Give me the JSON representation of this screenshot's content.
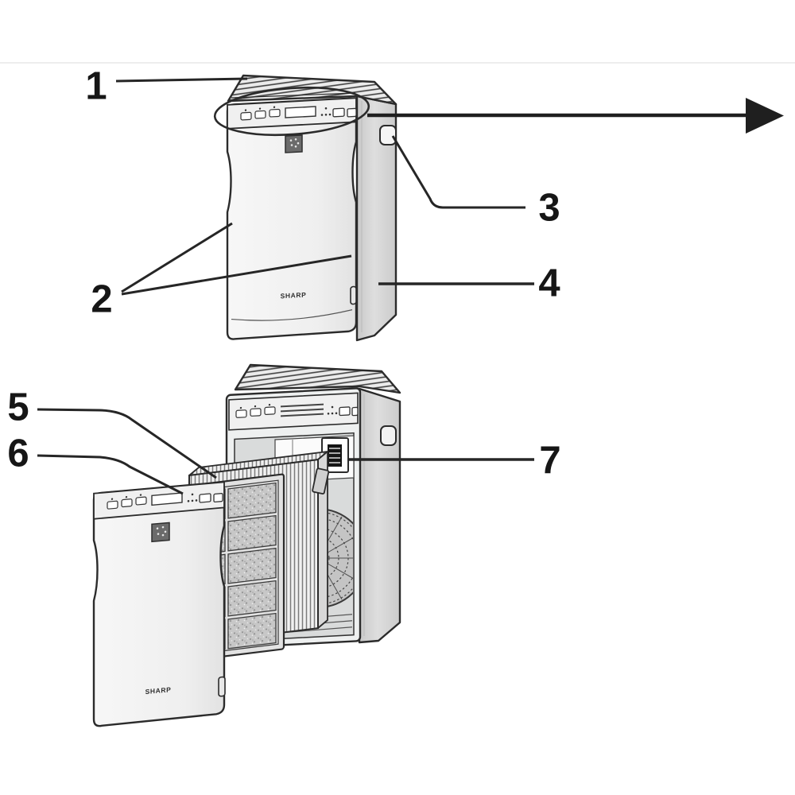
{
  "diagram": {
    "callouts": [
      {
        "number": "1"
      },
      {
        "number": "2"
      },
      {
        "number": "3"
      },
      {
        "number": "4"
      },
      {
        "number": "5"
      },
      {
        "number": "6"
      },
      {
        "number": "7"
      }
    ],
    "brand_logos": [
      {
        "text": "SHARP"
      },
      {
        "text": "SHARP"
      }
    ],
    "colors": {
      "line": "#2b2b2b",
      "panel_light": "#f2f2f2",
      "side_shade": "#d4d4d4",
      "arrow_black": "#1f1f1f",
      "background": "#ffffff"
    }
  }
}
